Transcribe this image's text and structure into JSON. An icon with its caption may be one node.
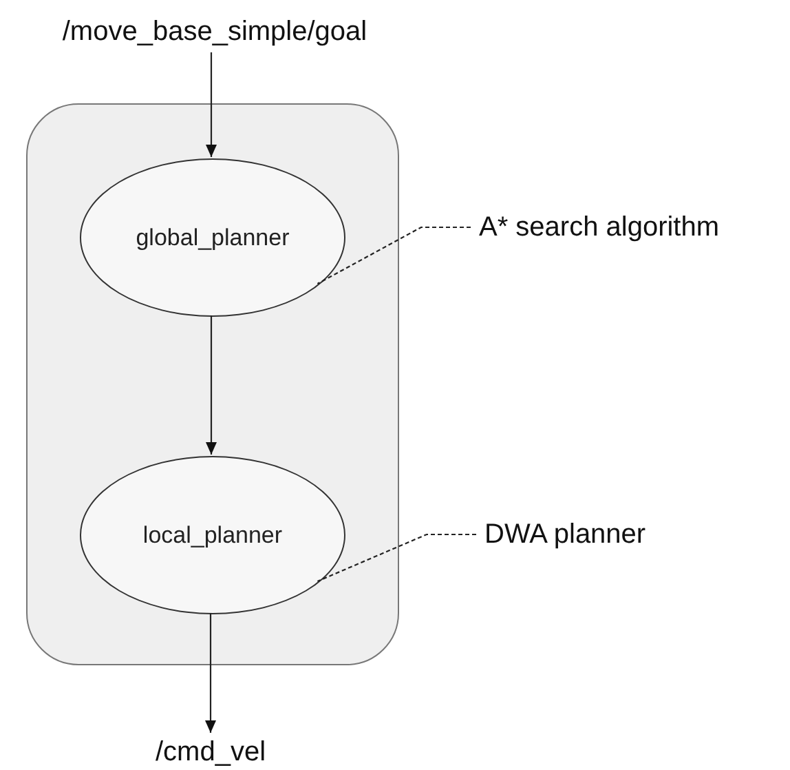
{
  "diagram": {
    "nodes": [
      {
        "text": [
          "/move_base_simple/goal"
        ]
      },
      {
        "text": [],
        "shape": "box"
      },
      {
        "text": [
          "global_planner"
        ],
        "in": 1
      },
      {
        "text": [
          "local_planner"
        ],
        "in": 1
      },
      {
        "text": [
          "/cmd_vel"
        ]
      },
      {
        "text": [
          "A* search algorithm"
        ]
      },
      {
        "text": [
          "DWA planner"
        ]
      }
    ],
    "edges": [
      {
        "from": 0,
        "to": 2,
        "arrow": "to"
      },
      {
        "from": 2,
        "to": 3,
        "arrow": "to"
      },
      {
        "from": 3,
        "to": 4,
        "arrow": "to"
      },
      {
        "from": 5,
        "to": 2,
        "arrow": "none",
        "style": "dashed"
      },
      {
        "from": 6,
        "to": 3,
        "arrow": "none",
        "style": "dashed"
      }
    ]
  }
}
